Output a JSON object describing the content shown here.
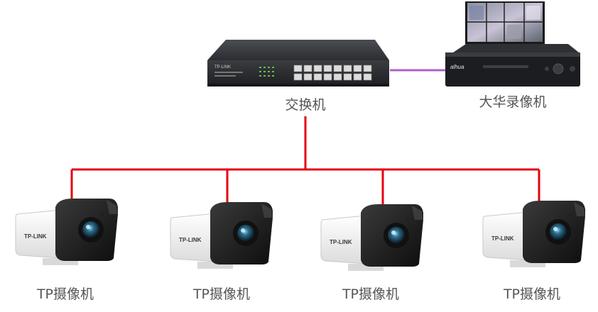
{
  "nodes": {
    "switch": {
      "label": "交换机",
      "brand": "TP-LINK"
    },
    "nvr": {
      "label": "大华录像机",
      "brand": "alhua"
    },
    "cameras": [
      {
        "label": "TP摄像机",
        "brand": "TP-LINK"
      },
      {
        "label": "TP摄像机",
        "brand": "TP-LINK"
      },
      {
        "label": "TP摄像机",
        "brand": "TP-LINK"
      },
      {
        "label": "TP摄像机",
        "brand": "TP-LINK"
      }
    ]
  },
  "colors": {
    "camera_link": "#e60012",
    "nvr_link": "#b05fc8",
    "label_text": "#555555"
  }
}
